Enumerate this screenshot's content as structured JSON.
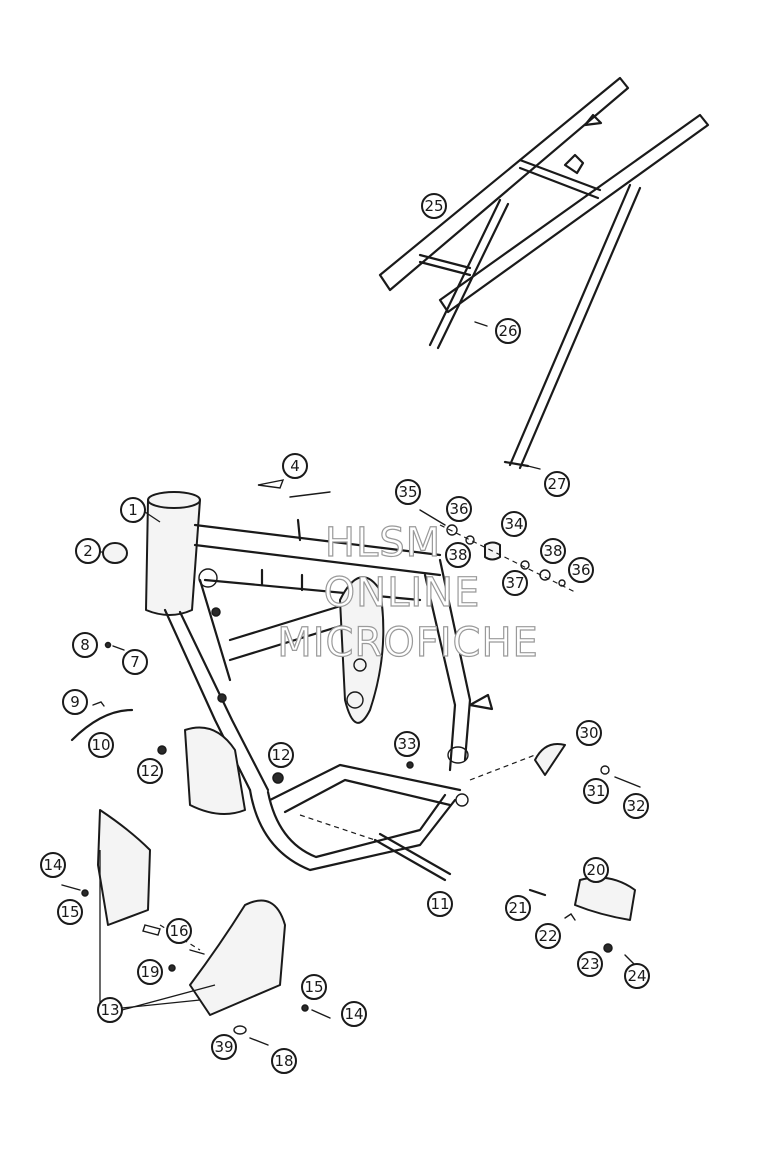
{
  "watermark": {
    "line1": "HLSM",
    "line2": "ONLINE",
    "line3": "MICROFICHE"
  },
  "callouts": [
    "1",
    "2",
    "4",
    "7",
    "8",
    "9",
    "10",
    "11",
    "12",
    "12",
    "13",
    "14",
    "14",
    "15",
    "15",
    "16",
    "18",
    "19",
    "20",
    "21",
    "22",
    "23",
    "24",
    "25",
    "26",
    "27",
    "30",
    "31",
    "32",
    "33",
    "34",
    "35",
    "36",
    "36",
    "37",
    "38",
    "38",
    "39"
  ]
}
